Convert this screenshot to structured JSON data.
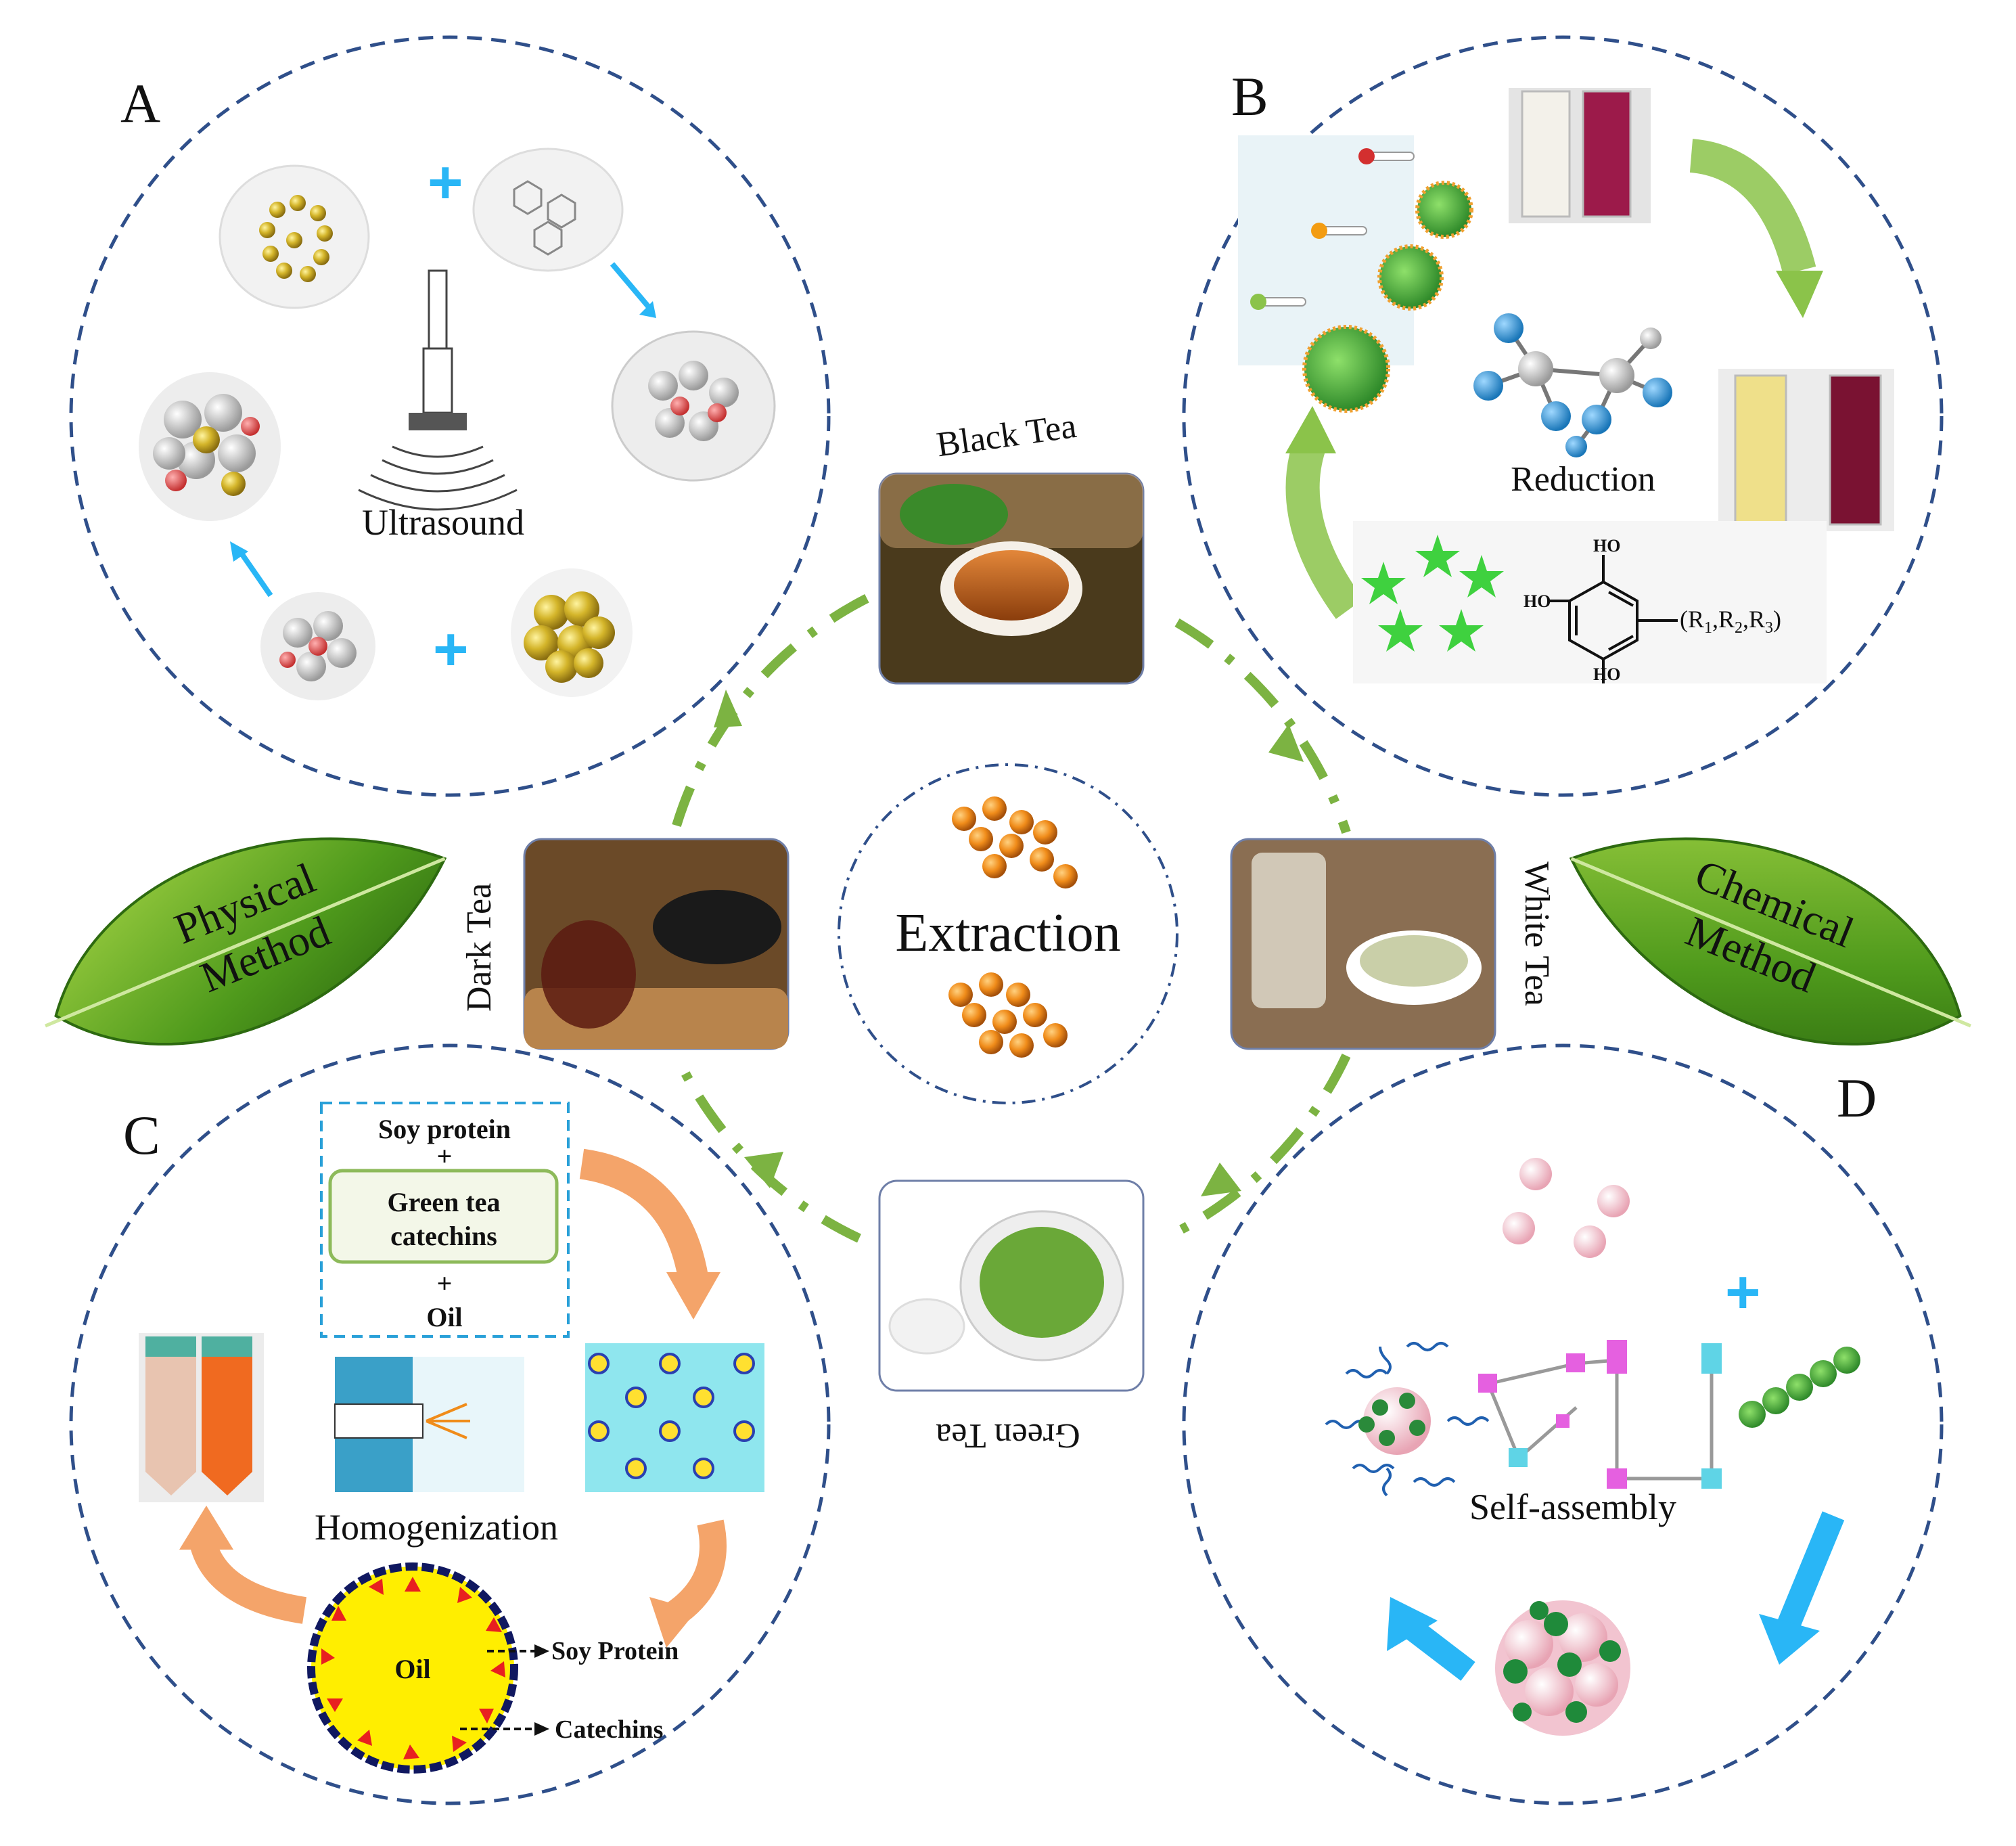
{
  "panels": {
    "A": {
      "letter": "A",
      "ultrasound_label": "Ultrasound"
    },
    "B": {
      "letter": "B",
      "reduction_label": "Reduction",
      "formula_ho1": "HO",
      "formula_ho2": "HO",
      "formula_ho3": "HO",
      "formula_r": "(R",
      "formula_r1": "1",
      "formula_r2": "2",
      "formula_r3": "3",
      "formula_rc1": ",R",
      "formula_rc2": ",R",
      "formula_rend": ")"
    },
    "C": {
      "letter": "C",
      "soy_protein": "Soy protein",
      "plus1": "+",
      "green_tea_catechins_1": "Green tea",
      "green_tea_catechins_2": "catechins",
      "plus2": "+",
      "oil": "Oil",
      "homogenization_label": "Homogenization",
      "oil_core": "Oil",
      "soy_protein_arrow": "Soy Protein",
      "catechins_arrow": "Catechins"
    },
    "D": {
      "letter": "D",
      "self_assembly_label": "Self-assembly"
    }
  },
  "center": {
    "extraction": "Extraction",
    "black_tea": "Black Tea",
    "dark_tea": "Dark Tea",
    "white_tea": "White Tea",
    "green_tea": "Green Tea"
  },
  "leaves": {
    "physical_1": "Physical",
    "physical_2": "Method",
    "chemical_1": "Chemical",
    "chemical_2": "Method"
  },
  "colors": {
    "circle_border": "#2f4f8a",
    "green_arrow": "#7cb342",
    "blue_arrow": "#29b6f6",
    "orange_arrow": "#f4a46a",
    "gold": "#d4b52a"
  }
}
